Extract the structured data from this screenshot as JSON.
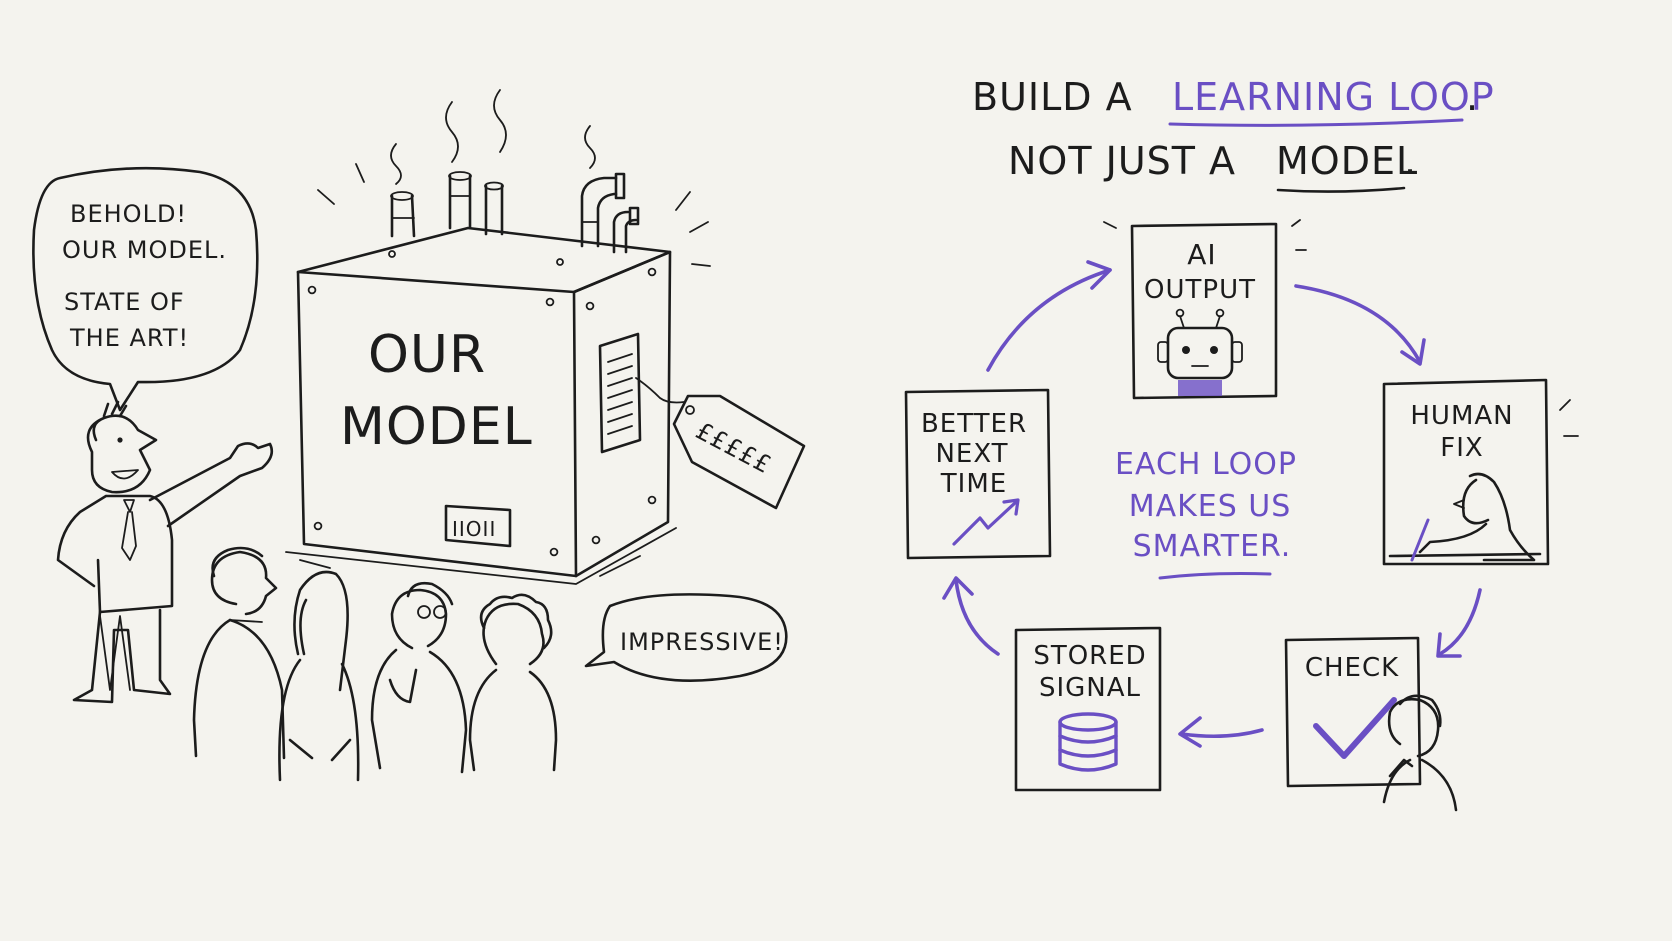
{
  "colors": {
    "background": "#f4f3ee",
    "ink": "#1c1c1c",
    "accent": "#6a4fc4"
  },
  "left_panel": {
    "speech_presenter": [
      "BEHOLD!",
      "OUR MODEL.",
      "STATE OF",
      "THE ART!"
    ],
    "box_label": [
      "OUR",
      "MODEL"
    ],
    "box_plate": "IIOII",
    "price_tag": "£££££",
    "speech_audience": "IMPRESSIVE!"
  },
  "right_panel": {
    "headline": {
      "line1_prefix": "BUILD A",
      "line1_highlight": "LEARNING LOOP",
      "line1_suffix": ".",
      "line2_prefix": "NOT JUST A",
      "line2_highlight": "MODEL",
      "line2_suffix": "."
    },
    "center_text": [
      "EACH LOOP",
      "MAKES US",
      "SMARTER."
    ],
    "nodes": {
      "ai_output": [
        "AI",
        "OUTPUT"
      ],
      "human_fix": [
        "HUMAN",
        "FIX"
      ],
      "check": [
        "CHECK"
      ],
      "stored_signal": [
        "STORED",
        "SIGNAL"
      ],
      "better_next_time": [
        "BETTER",
        "NEXT",
        "TIME"
      ]
    },
    "icons": {
      "ai_output": "robot-icon",
      "human_fix": "person-writing-icon",
      "check": "checkmark-icon",
      "stored_signal": "database-icon",
      "better_next_time": "trend-up-icon"
    }
  }
}
